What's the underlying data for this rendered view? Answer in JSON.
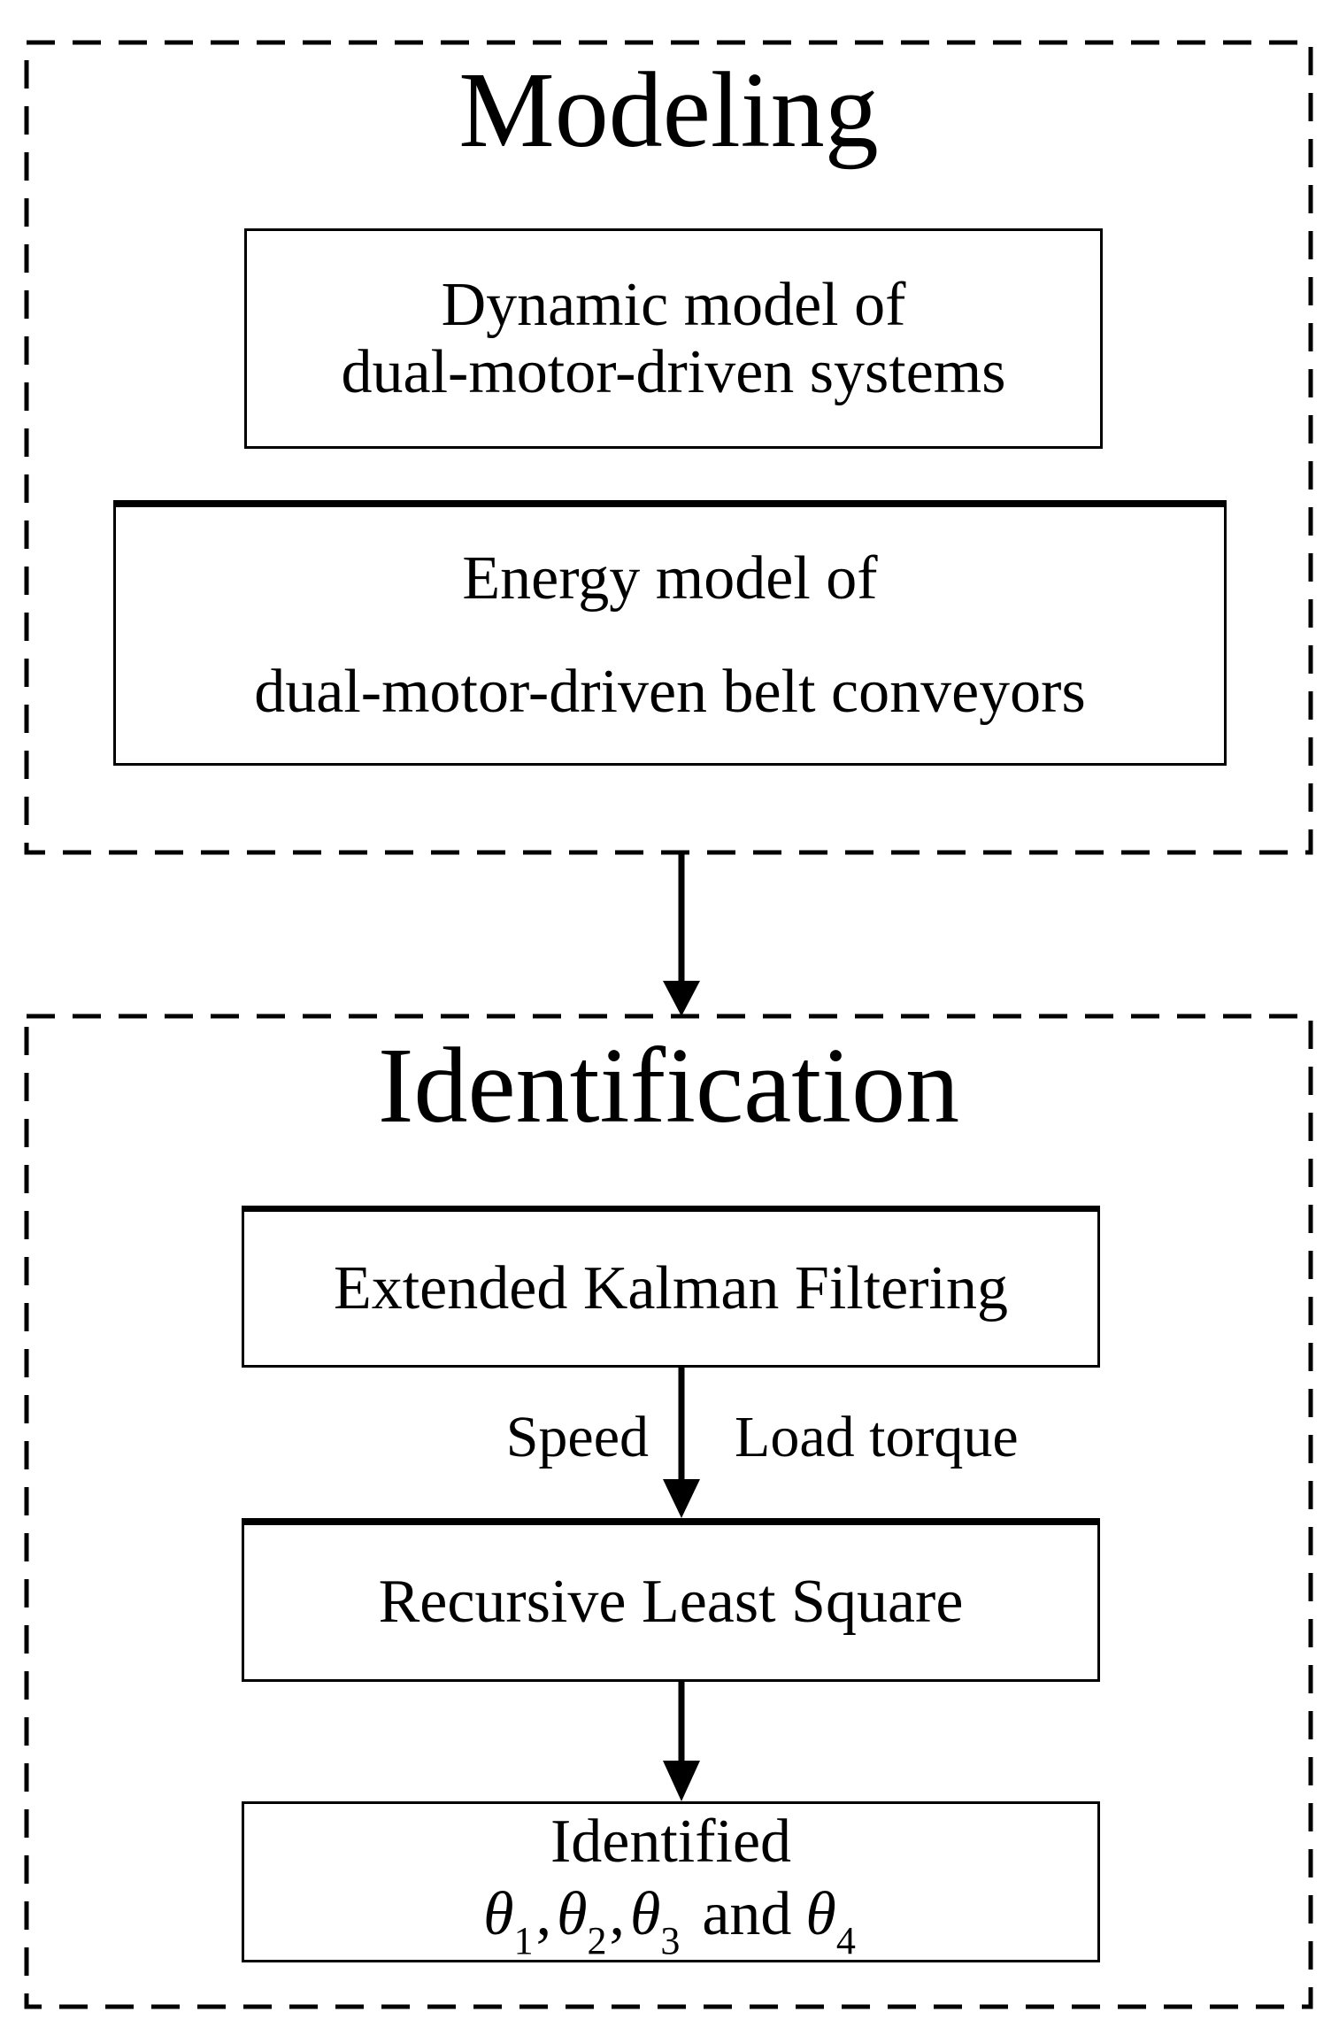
{
  "colors": {
    "ink": "#000000",
    "paper": "#ffffff"
  },
  "modeling": {
    "title": "Modeling",
    "dynamic_box": {
      "line1": "Dynamic model of",
      "line2": "dual-motor-driven systems"
    },
    "energy_box": {
      "line1": "Energy model of",
      "line2": "dual-motor-driven belt conveyors"
    }
  },
  "identification": {
    "title": "Identification",
    "ekf_box": {
      "label": "Extended Kalman Filtering"
    },
    "arrow_labels": {
      "left": "Speed",
      "right": "Load torque"
    },
    "rls_box": {
      "label": "Recursive Least Square"
    },
    "identified_box": {
      "line1": "Identified",
      "theta_symbol": "θ",
      "subscripts": [
        "1",
        "2",
        "3",
        "4"
      ],
      "separator": ",",
      "conjunction": "and"
    }
  }
}
